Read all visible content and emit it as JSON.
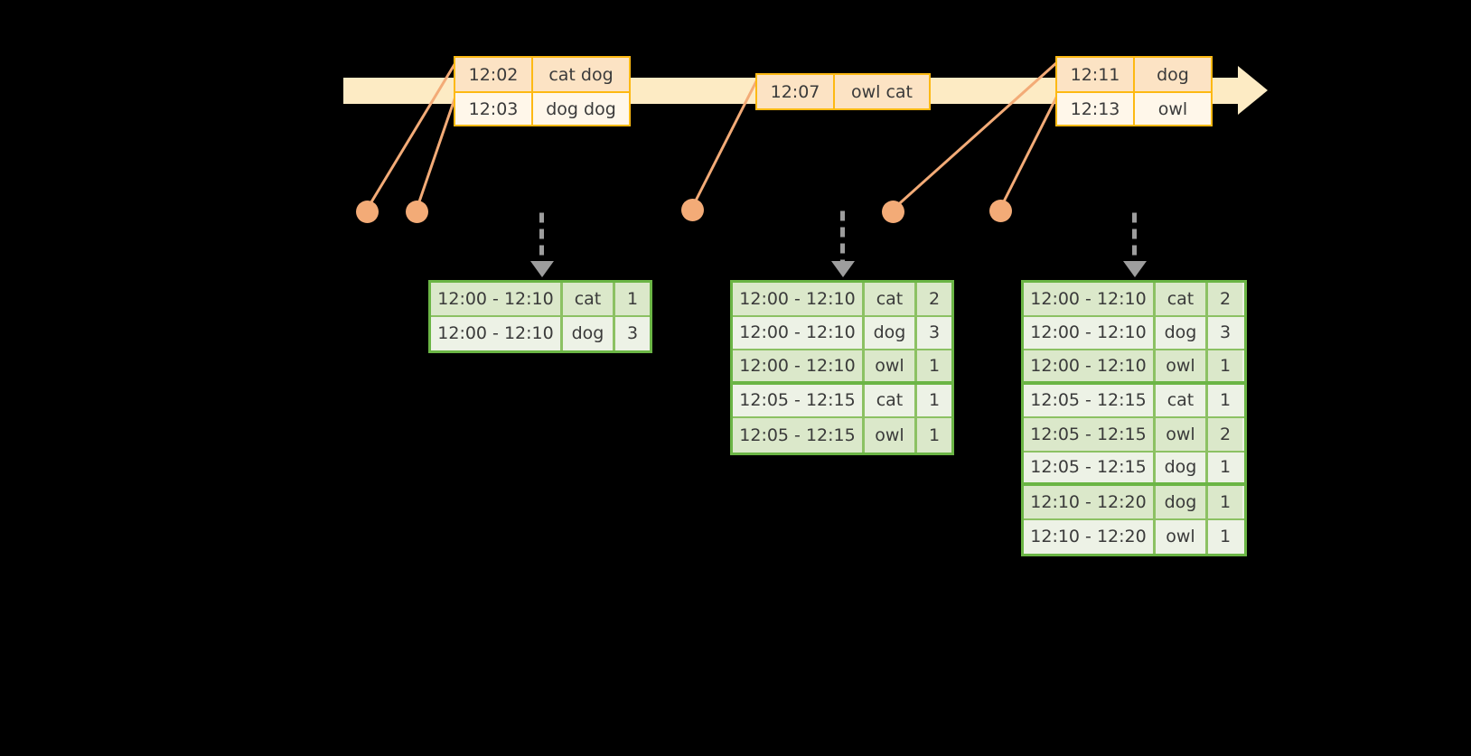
{
  "timeline": {
    "bar_color": "#fdebc4",
    "accent_color": "#fdb913",
    "events": [
      {
        "id": "event-box-1",
        "rows": [
          {
            "time": "12:02",
            "words": "cat dog"
          },
          {
            "time": "12:03",
            "words": "dog dog"
          }
        ]
      },
      {
        "id": "event-box-2",
        "rows": [
          {
            "time": "12:07",
            "words": "owl cat"
          }
        ]
      },
      {
        "id": "event-box-3",
        "rows": [
          {
            "time": "12:11",
            "words": "dog"
          },
          {
            "time": "12:13",
            "words": "owl"
          }
        ]
      }
    ]
  },
  "tables": [
    {
      "id": "result-table-1",
      "border_color": "#6bb545",
      "rows": [
        {
          "window": "12:00 - 12:10",
          "key": "cat",
          "count": "1"
        },
        {
          "window": "12:00 - 12:10",
          "key": "dog",
          "count": "3"
        }
      ]
    },
    {
      "id": "result-table-2",
      "border_color": "#6bb545",
      "rows": [
        {
          "window": "12:00 - 12:10",
          "key": "cat",
          "count": "2"
        },
        {
          "window": "12:00 - 12:10",
          "key": "dog",
          "count": "3"
        },
        {
          "window": "12:00 - 12:10",
          "key": "owl",
          "count": "1"
        },
        {
          "window": "12:05 - 12:15",
          "key": "cat",
          "count": "1"
        },
        {
          "window": "12:05 - 12:15",
          "key": "owl",
          "count": "1"
        }
      ]
    },
    {
      "id": "result-table-3",
      "border_color": "#6bb545",
      "rows": [
        {
          "window": "12:00 - 12:10",
          "key": "cat",
          "count": "2"
        },
        {
          "window": "12:00 - 12:10",
          "key": "dog",
          "count": "3"
        },
        {
          "window": "12:00 - 12:10",
          "key": "owl",
          "count": "1"
        },
        {
          "window": "12:05 - 12:15",
          "key": "cat",
          "count": "1"
        },
        {
          "window": "12:05 - 12:15",
          "key": "owl",
          "count": "2"
        },
        {
          "window": "12:05 - 12:15",
          "key": "dog",
          "count": "1"
        },
        {
          "window": "12:10 - 12:20",
          "key": "dog",
          "count": "1"
        },
        {
          "window": "12:10 - 12:20",
          "key": "owl",
          "count": "1"
        }
      ]
    }
  ]
}
